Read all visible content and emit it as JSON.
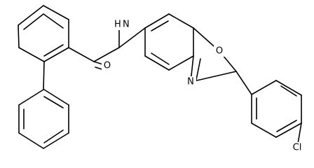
{
  "atom_labels": {
    "amide_n": "N",
    "amide_h": "H",
    "amide_o": "O",
    "ring_o": "O",
    "ring_n": "N",
    "chloro": "Cl"
  },
  "colors": {
    "bond": "#000000",
    "label": "#000000",
    "background": "#ffffff"
  }
}
